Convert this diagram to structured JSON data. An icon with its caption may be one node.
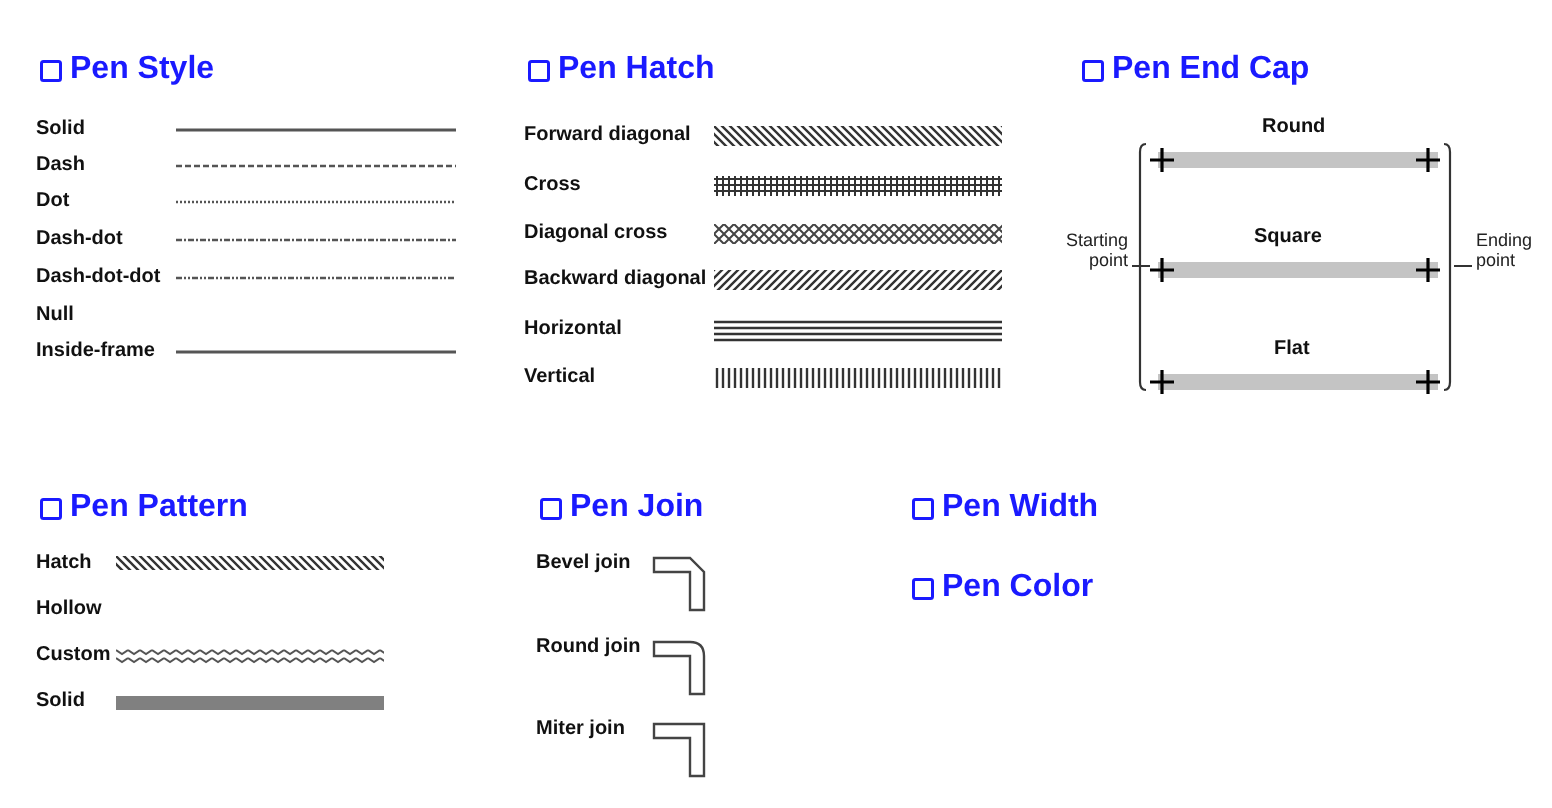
{
  "diagram": {
    "nodes": [
      {
        "text": [
          "Starting point"
        ]
      },
      {
        "text": [
          "Ending point"
        ]
      }
    ],
    "edges": [
      {
        "from": 0,
        "to": null,
        "arrow": "none"
      },
      {
        "from": 1,
        "to": null,
        "arrow": "none"
      }
    ],
    "labels": [
      "Pen Style",
      "Solid",
      "Dash",
      "Dot",
      "Dash-dot",
      "Dash-dot-dot",
      "Null",
      "Inside-frame",
      "Pen Hatch",
      "Forward diagonal",
      "Cross",
      "Diagonal cross",
      "Backward diagonal",
      "Horizontal",
      "Vertical",
      "Pen End Cap",
      "Round",
      "Square",
      "Flat",
      "Pen Pattern",
      "Hatch",
      "Hollow",
      "Custom",
      "Solid",
      "Pen Join",
      "Bevel join",
      "Round join",
      "Miter join",
      "Pen Width",
      "Pen Color"
    ]
  }
}
